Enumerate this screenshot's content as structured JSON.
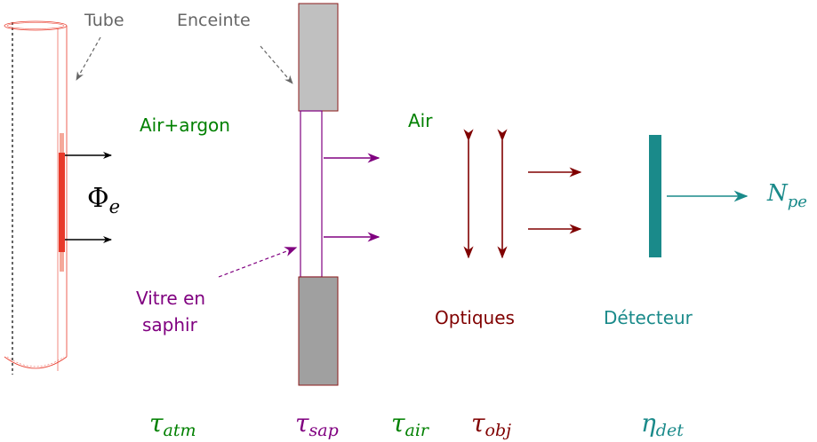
{
  "labels": {
    "tube": "Tube",
    "enceinte": "Enceinte",
    "air_argon": "Air+argon",
    "air": "Air",
    "phi": "Φ",
    "phi_sub": "e",
    "n": "N",
    "n_sub": "pe",
    "vitre_line1": "Vitre en",
    "vitre_line2": "saphir",
    "optiques": "Optiques",
    "detecteur": "Détecteur"
  },
  "factors": {
    "atm": {
      "sym": "τ",
      "sub": "atm"
    },
    "sap": {
      "sym": "τ",
      "sub": "sap"
    },
    "air": {
      "sym": "τ",
      "sub": "air"
    },
    "obj": {
      "sym": "τ",
      "sub": "obj"
    },
    "det": {
      "sym": "η",
      "sub": "det"
    }
  },
  "colors": {
    "gray_text": "#666666",
    "green": "#008000",
    "purple": "#800080",
    "dark_red": "#800000",
    "teal": "#1a8a8a",
    "tube_red": "#e8392a",
    "upper_block": "#c0c0c0",
    "lower_block": "#a0a0a0",
    "black": "#000000"
  }
}
